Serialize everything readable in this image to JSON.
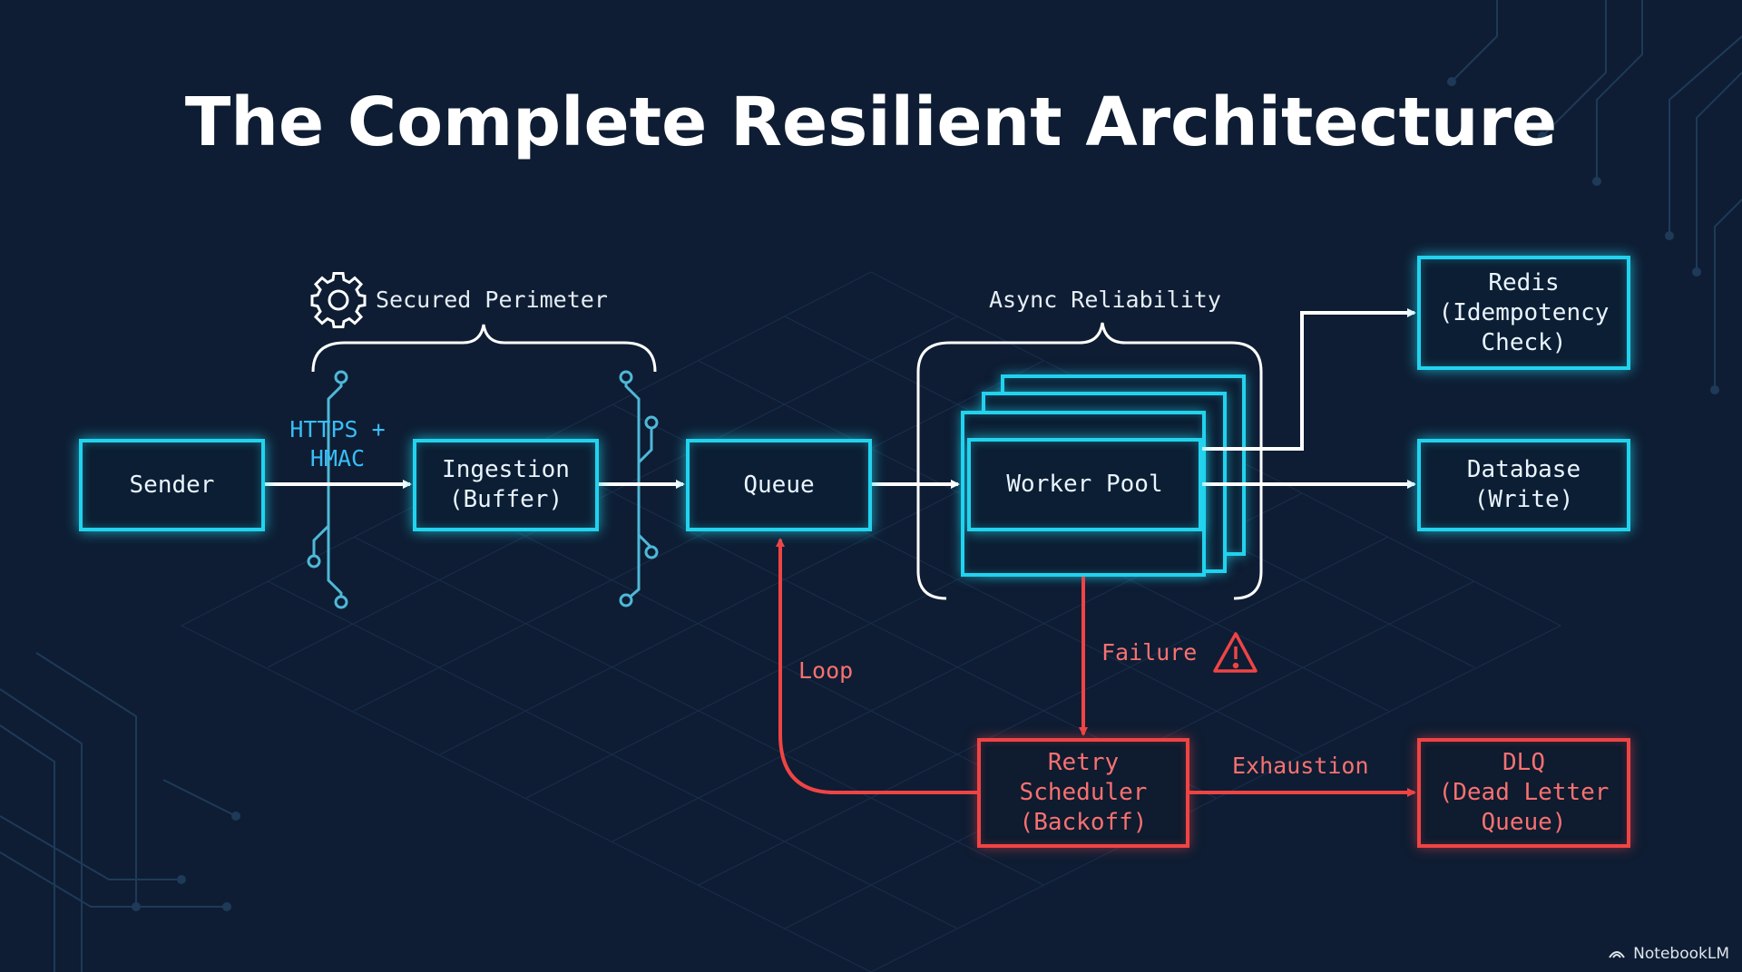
{
  "title": "The Complete Resilient Architecture",
  "groups": {
    "secured_perimeter": "Secured Perimeter",
    "async_reliability": "Async Reliability"
  },
  "nodes": {
    "sender": [
      "Sender"
    ],
    "ingestion": [
      "Ingestion",
      "(Buffer)"
    ],
    "queue": [
      "Queue"
    ],
    "worker_pool": [
      "Worker Pool"
    ],
    "redis": [
      "Redis",
      "(Idempotency",
      "Check)"
    ],
    "database": [
      "Database",
      "(Write)"
    ],
    "retry": [
      "Retry",
      "Scheduler",
      "(Backoff)"
    ],
    "dlq": [
      "DLQ",
      "(Dead Letter",
      "Queue)"
    ]
  },
  "edges": {
    "https_hmac": [
      "HTTPS +",
      "HMAC"
    ],
    "failure": "Failure",
    "loop": "Loop",
    "exhaustion": "Exhaustion"
  },
  "icons": [
    "gear-icon",
    "warning-icon",
    "notebooklm-logo-icon"
  ],
  "colors": {
    "background": "#0e1d33",
    "accent": "#22d3ee",
    "error": "#ef4444",
    "text": "#ffffff"
  },
  "brand": "NotebookLM"
}
